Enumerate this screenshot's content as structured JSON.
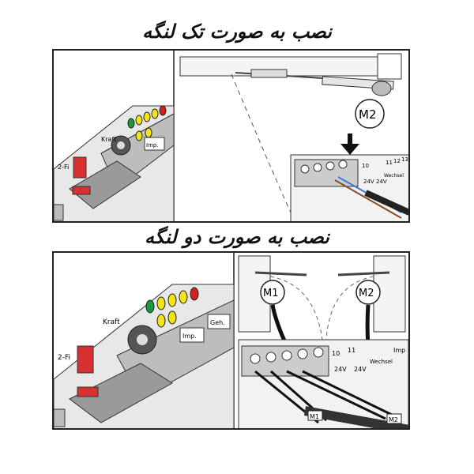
{
  "titles": {
    "single": "نصب به صورت تک لنگه",
    "double": "نصب به صورت دو لنگه"
  },
  "single_panel": {
    "motor_label": "M2",
    "board_labels": {
      "kraft": "Kraft",
      "imp": "Imp.",
      "fi": "2-Fi"
    },
    "terminal_labels": {
      "t10": "10",
      "t11": "11",
      "t12": "12",
      "t13": "13",
      "v24": "24V",
      "v24b": "24V",
      "warn": "Wechsel"
    }
  },
  "double_panel": {
    "motor1_label": "M1",
    "motor2_label": "M2",
    "board_labels": {
      "kraft": "Kraft",
      "imp": "Imp.",
      "geh": "Geh.",
      "fi": "2-Fi"
    },
    "terminal_labels": {
      "t10": "10",
      "t11": "11",
      "v24": "24V",
      "v24b": "24V",
      "warn": "Wechsel",
      "imp": "Imp"
    },
    "wire_tags": [
      "M1",
      "M2"
    ]
  },
  "colors": {
    "green_led": "#1a9a3a",
    "yellow_led": "#f2e21a",
    "red_led": "#d42020",
    "red_jumper": "#d63030",
    "board_gray": "#9a9a9a",
    "wire_blue": "#3a7bd5",
    "wire_brown": "#8a4b22"
  }
}
